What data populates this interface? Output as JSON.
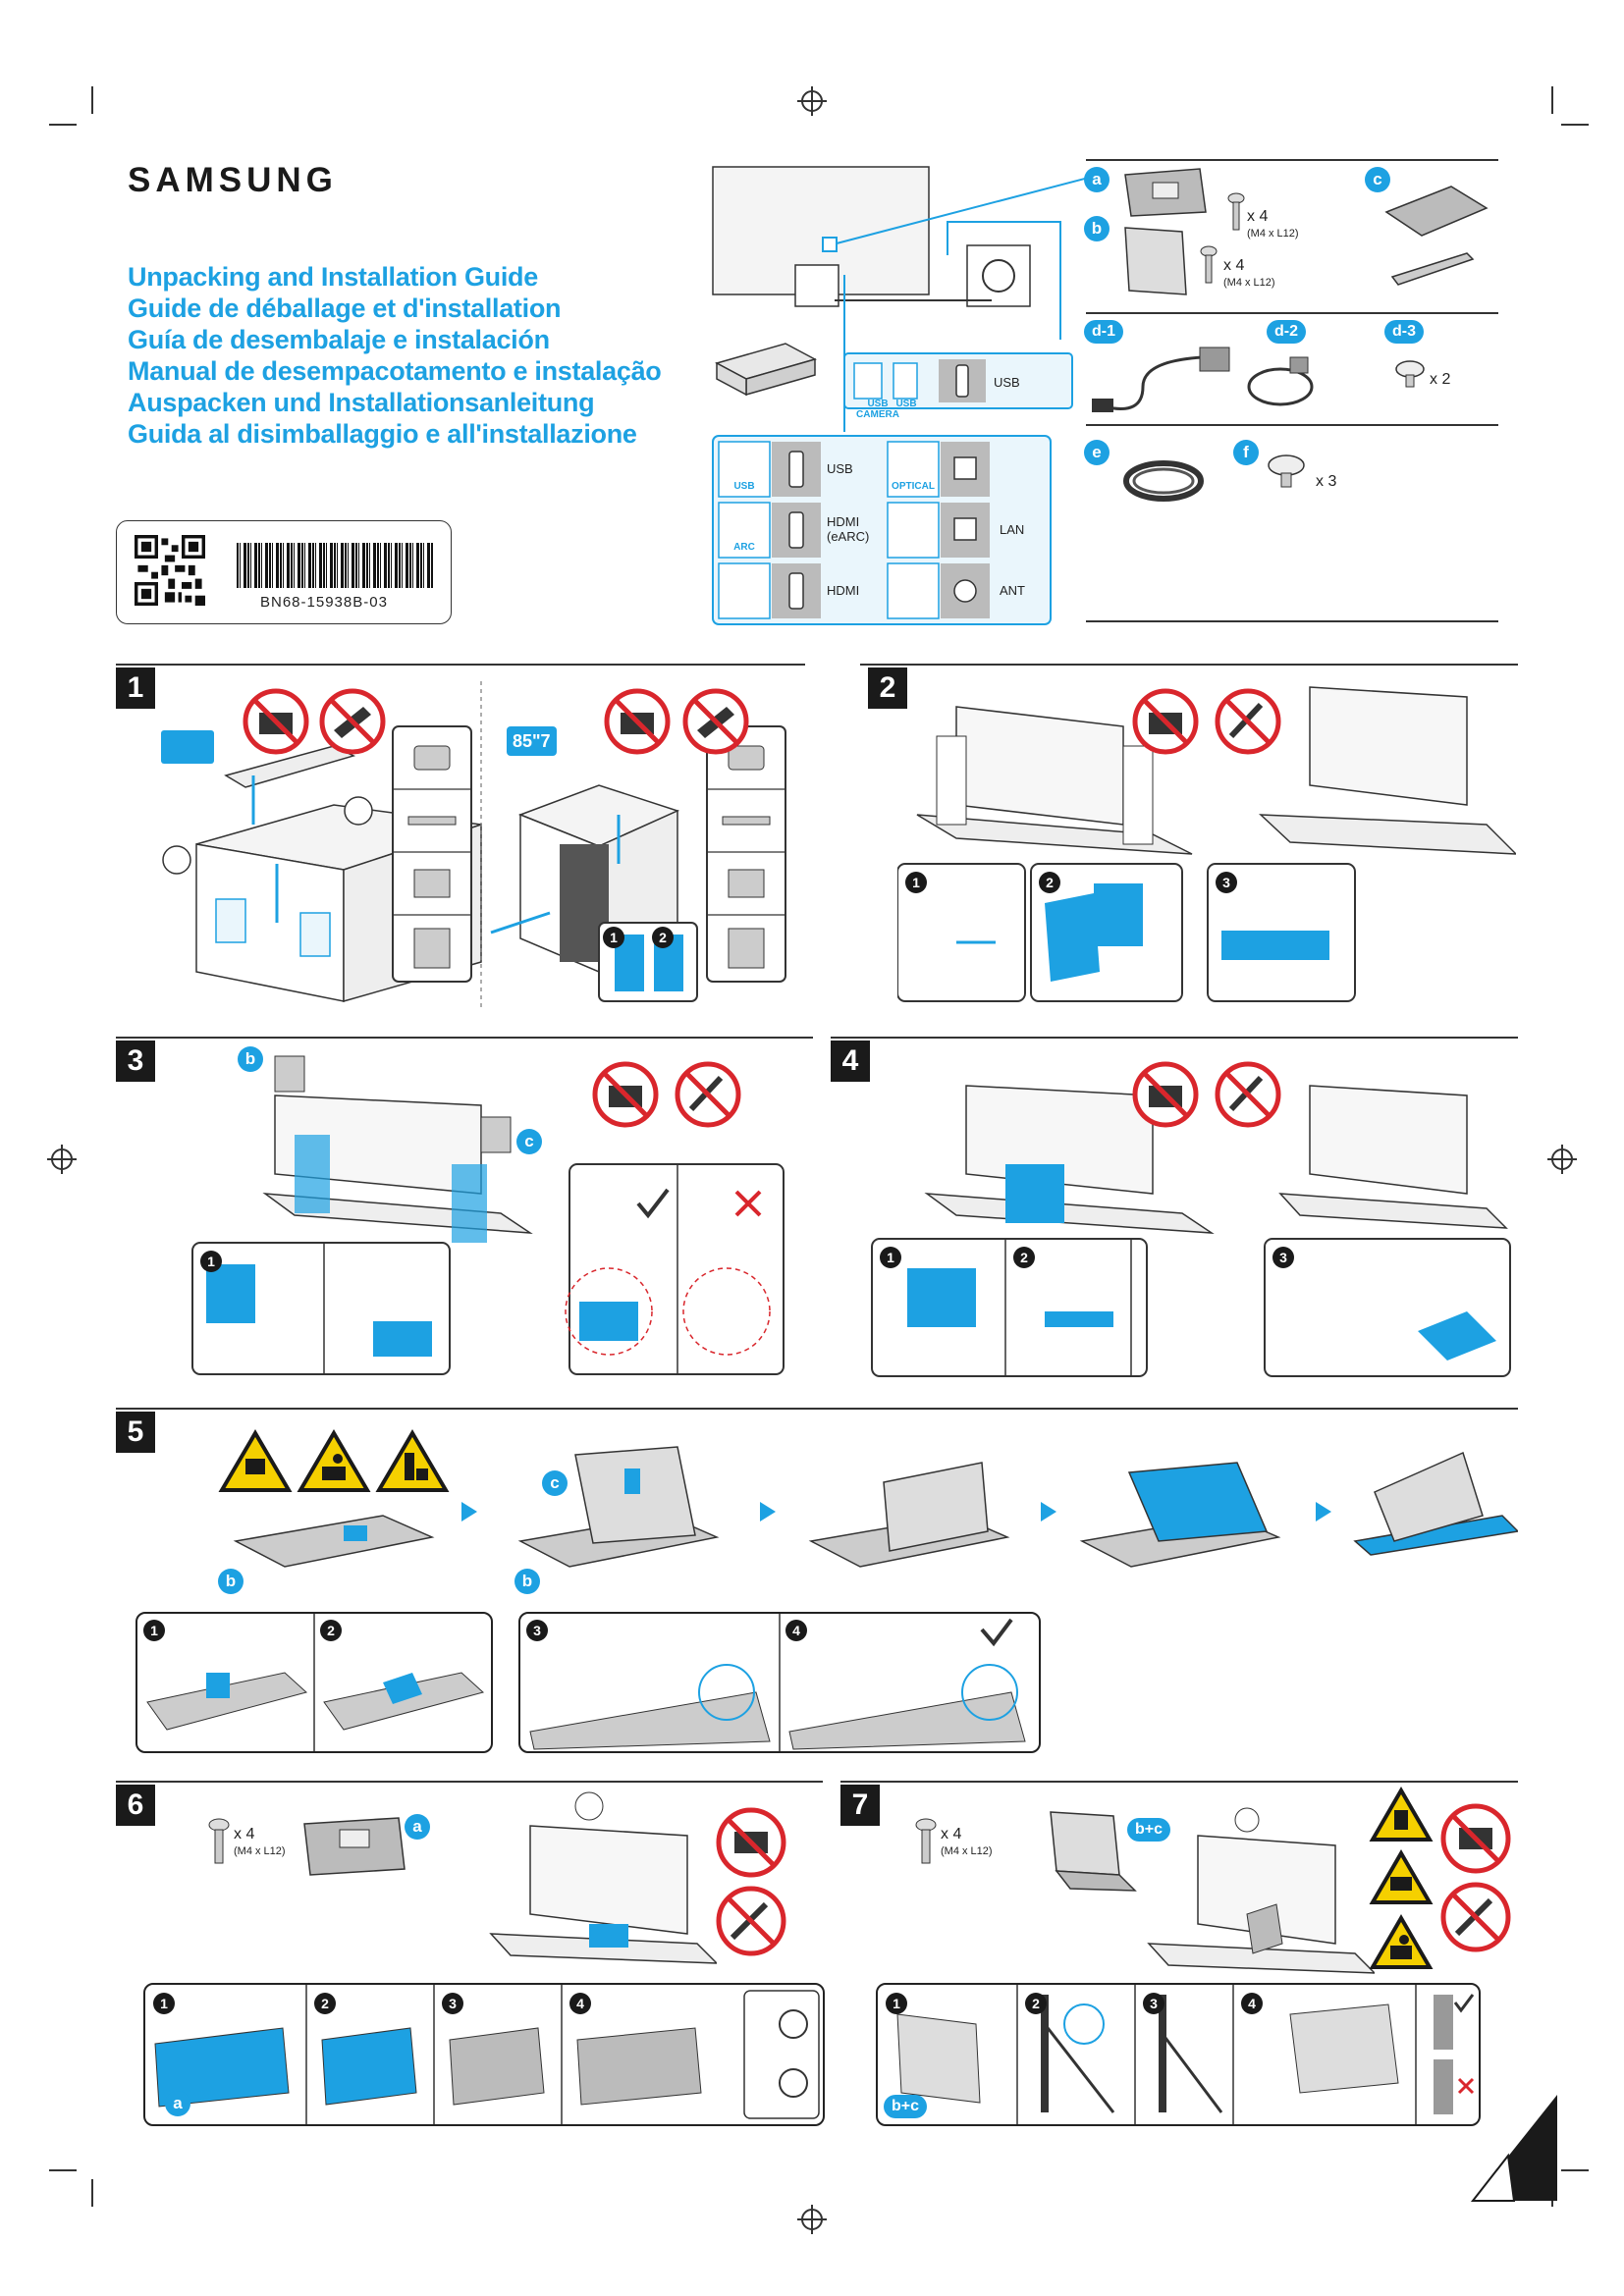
{
  "brand": "SAMSUNG",
  "titles": [
    "Unpacking and Installation Guide",
    "Guide de déballage et d'installation",
    "Guía de desembalaje e instalación",
    "Manual de desempacotamento e instalação",
    "Auspacken und Installationsanleitung",
    "Guida al disimballaggio e all'installazione"
  ],
  "part_code": "BN68-15938B-03",
  "parts": {
    "a": {
      "label": "a",
      "qty": "x 4",
      "spec": "(M4 x L12)"
    },
    "b": {
      "label": "b",
      "qty": "x 4",
      "spec": "(M4 x L12)"
    },
    "c": {
      "label": "c"
    },
    "d1": {
      "label": "d-1"
    },
    "d2": {
      "label": "d-2"
    },
    "d3": {
      "label": "d-3",
      "qty": "x 2"
    },
    "e": {
      "label": "e"
    },
    "f": {
      "label": "f",
      "qty": "x 3"
    }
  },
  "ports_top": [
    "USB CAMERA",
    "USB",
    "USB"
  ],
  "ports_grid": [
    {
      "left": "USB",
      "right": "USB",
      "right2": "OPTICAL",
      "far": ""
    },
    {
      "left": "ARC",
      "right": "HDMI (eARC)",
      "right2": "",
      "far": "LAN"
    },
    {
      "left": "",
      "right": "HDMI",
      "right2": "",
      "far": "ANT"
    }
  ],
  "steps": [
    "1",
    "2",
    "3",
    "4",
    "5",
    "6",
    "7"
  ],
  "step1": {
    "size_badge": "85\"7"
  },
  "sub_numbers": [
    "1",
    "2",
    "3",
    "4"
  ],
  "step6": {
    "qty": "x 4",
    "spec": "(M4 x L12)",
    "part": "a"
  },
  "step7": {
    "qty": "x 4",
    "spec": "(M4 x L12)",
    "part": "b+c"
  },
  "colors": {
    "accent": "#1da1e2",
    "ink": "#1a1a1a",
    "warning_red": "#d9262c",
    "warning_yellow": "#f5d000"
  }
}
